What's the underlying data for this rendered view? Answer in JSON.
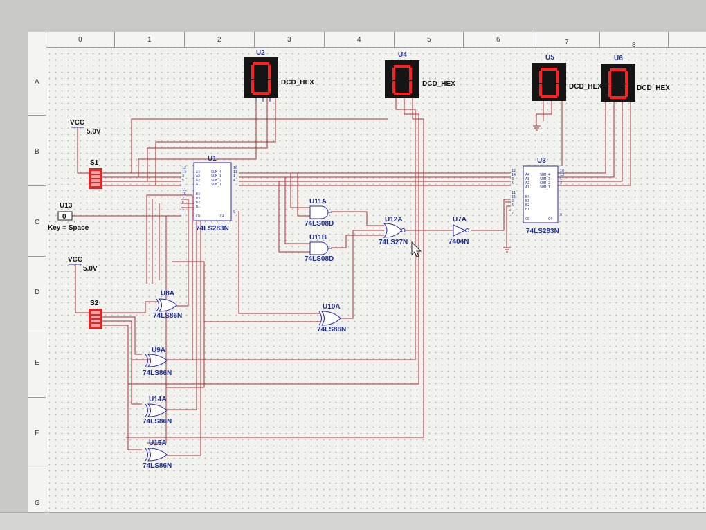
{
  "grid": {
    "columns": [
      "0",
      "1",
      "2",
      "3",
      "4",
      "5",
      "6",
      "7",
      "8"
    ],
    "rows": [
      "A",
      "B",
      "C",
      "D",
      "E",
      "F",
      "G"
    ]
  },
  "displays": [
    {
      "ref": "U2",
      "model": "DCD_HEX",
      "digit": "0"
    },
    {
      "ref": "U4",
      "model": "DCD_HEX",
      "digit": "0"
    },
    {
      "ref": "U5",
      "model": "DCD_HEX",
      "digit": "0"
    },
    {
      "ref": "U6",
      "model": "DCD_HEX",
      "digit": "0"
    }
  ],
  "power": [
    {
      "label": "VCC",
      "voltage": "5.0V"
    },
    {
      "label": "VCC",
      "voltage": "5.0V"
    }
  ],
  "switches": [
    {
      "ref": "S1"
    },
    {
      "ref": "S2"
    }
  ],
  "key_switch": {
    "ref": "U13",
    "value": "0",
    "caption": "Key = Space"
  },
  "adders": [
    {
      "ref": "U1",
      "model": "74LS283N"
    },
    {
      "ref": "U3",
      "model": "74LS283N"
    }
  ],
  "adder_pins": {
    "left_a": [
      "12",
      "14",
      "3",
      "5"
    ],
    "left_a_names": [
      "A4",
      "A3",
      "A2",
      "A1"
    ],
    "left_b": [
      "11",
      "15",
      "2",
      "6"
    ],
    "left_b_names": [
      "B4",
      "B3",
      "B2",
      "B1"
    ],
    "carry_in_pin": "7",
    "carry_in_name": "C0",
    "right_sum": [
      "10",
      "13",
      "1",
      "4"
    ],
    "right_sum_names": [
      "SUM_4",
      "SUM_3",
      "SUM_2",
      "SUM_1"
    ],
    "carry_out_pin": "9",
    "carry_out_name": "C4"
  },
  "gates": [
    {
      "ref": "U11A",
      "model": "74LS08D"
    },
    {
      "ref": "U11B",
      "model": "74LS08D"
    },
    {
      "ref": "U12A",
      "model": "74LS27N"
    },
    {
      "ref": "U7A",
      "model": "7404N"
    },
    {
      "ref": "U10A",
      "model": "74LS86N"
    },
    {
      "ref": "U8A",
      "model": "74LS86N"
    },
    {
      "ref": "U9A",
      "model": "74LS86N"
    },
    {
      "ref": "U14A",
      "model": "74LS86N"
    },
    {
      "ref": "U15A",
      "model": "74LS86N"
    }
  ],
  "colors": {
    "wire": "#b23030",
    "component": "#2a2ab0",
    "segment": "#ff2020",
    "switch": "#d42a2a"
  }
}
